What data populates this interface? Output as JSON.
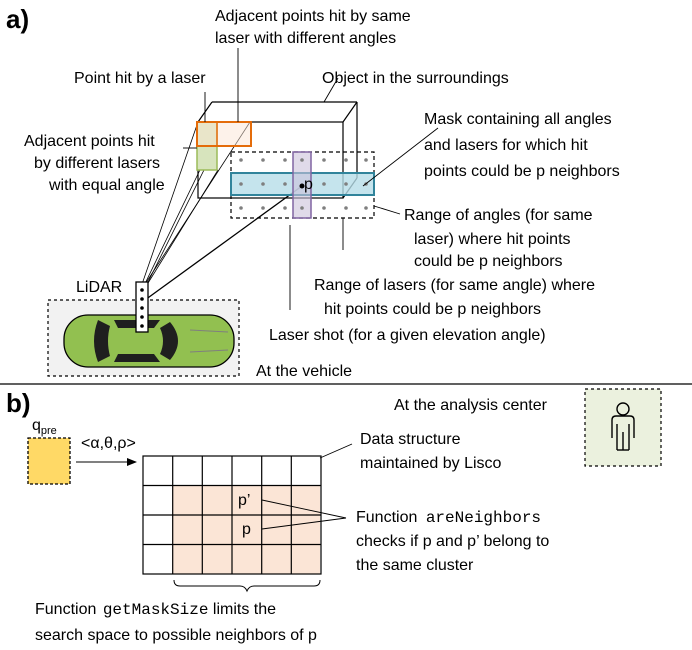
{
  "panel_a": {
    "section_label": "a)",
    "adjacent_same_laser_1": "Adjacent points hit by same",
    "adjacent_same_laser_2": "laser with different angles",
    "point_hit": "Point hit by a laser",
    "object": "Object in the surroundings",
    "adjacent_diff_1": "Adjacent points hit",
    "adjacent_diff_2": "by different lasers",
    "adjacent_diff_3": "with equal angle",
    "mask_1": "Mask containing all angles",
    "mask_2": "and lasers for which hit",
    "mask_3": "points could be p neighbors",
    "p_label": "p",
    "range_angles_1": "Range of angles (for same",
    "range_angles_2": "laser) where hit points",
    "range_angles_3": "could be p neighbors",
    "lidar": "LiDAR",
    "range_lasers_1": "Range of lasers (for same angle) where",
    "range_lasers_2": "hit points could be p neighbors",
    "laser_shot": "Laser shot (for a given elevation angle)",
    "vehicle": "At the vehicle"
  },
  "panel_b": {
    "section_label": "b)",
    "analysis_center": "At the analysis center",
    "q_main": "q",
    "q_sub": "pre",
    "tuple": "<α,θ,ρ>",
    "data_structure_1": "Data structure",
    "data_structure_2": "maintained by Lisco",
    "p_prime": "p’",
    "p": "p",
    "func_prefix": "Function ",
    "func_are": "areNeighbors",
    "func_are_2": "checks if p and p’ belong to",
    "func_are_3": "the same cluster",
    "func_get_prefix": "Function ",
    "func_get": "getMaskSize",
    "func_get_suffix": " limits the",
    "func_get_2": "search space to possible neighbors of p"
  },
  "colors": {
    "orange": "#e46c0a",
    "green_fill": "#d7e4bd",
    "green_stroke": "#9bbb59",
    "blue_fill": "#b7dde8",
    "blue_stroke": "#31849b",
    "purple_fill": "#ccc1da",
    "purple_stroke": "#8064a2",
    "car": "#92c050",
    "peach": "#fbe5d6",
    "yellow": "#ffd966",
    "person_bg": "#ebf1de"
  }
}
